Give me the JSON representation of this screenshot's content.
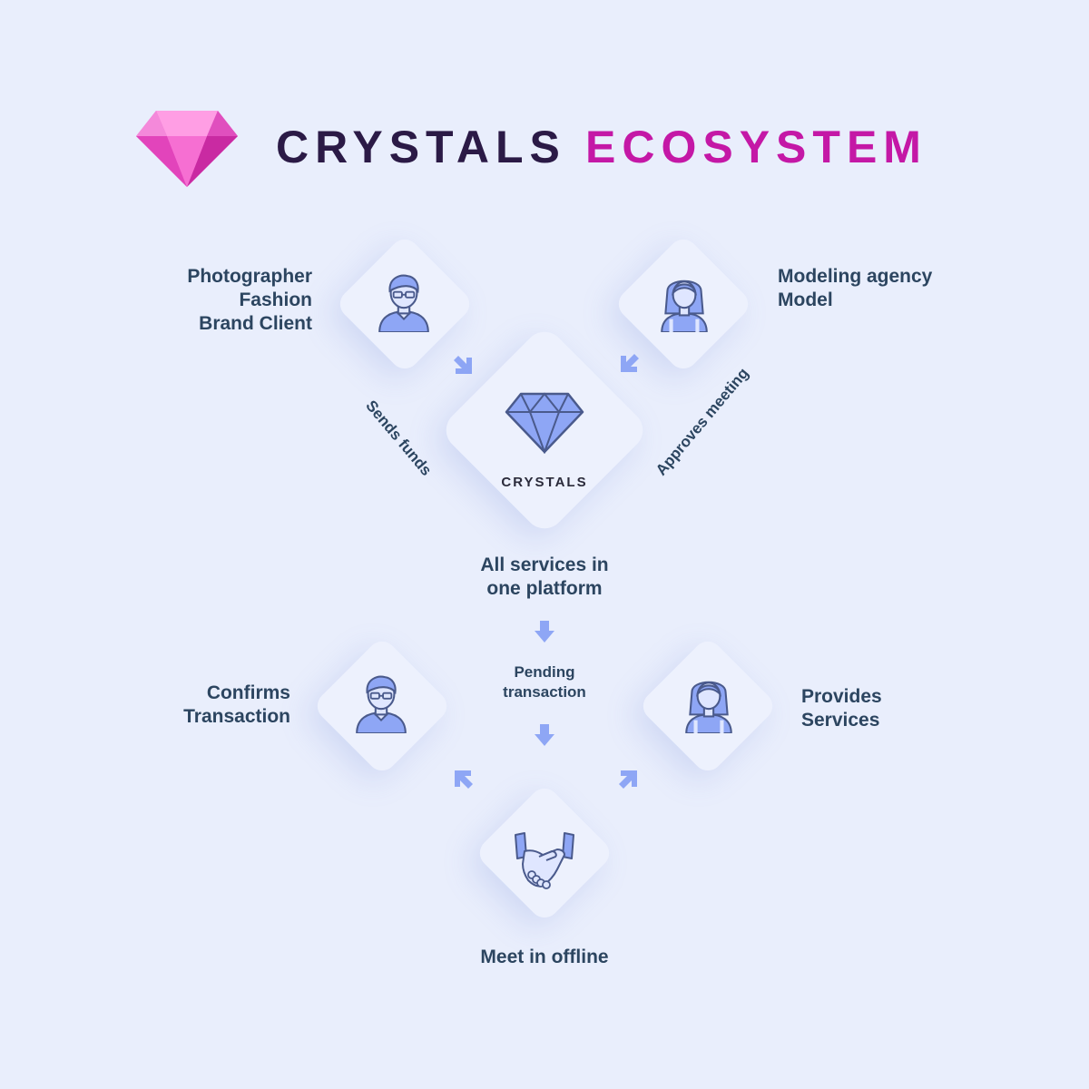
{
  "title": {
    "word1": "CRYSTALS",
    "word2": "ECOSYSTEM",
    "word1_color": "#2b1a46",
    "word2_color": "#c418a6"
  },
  "nodes": {
    "client": {
      "icon": "man-with-glasses-icon",
      "lines": [
        "Photographer",
        "Fashion",
        "Brand Client"
      ]
    },
    "agency": {
      "icon": "woman-icon",
      "lines": [
        "Modeling agency",
        "Model"
      ]
    },
    "hub": {
      "icon": "crystal-diamond-icon",
      "name": "CRYSTALS",
      "caption": [
        "All services in",
        "one platform"
      ]
    },
    "confirm": {
      "icon": "man-with-glasses-icon",
      "lines": [
        "Confirms",
        "Transaction"
      ]
    },
    "provide": {
      "icon": "woman-icon",
      "lines": [
        "Provides",
        "Services"
      ]
    },
    "meet": {
      "icon": "handshake-icon",
      "caption": "Meet in offline"
    }
  },
  "edges": {
    "sends_funds": "Sends funds",
    "approves_meeting": "Approves meeting",
    "pending": [
      "Pending",
      "transaction"
    ]
  },
  "colors": {
    "background": "#e9eefc",
    "tile": "#edf1fd",
    "icon_blue": "#8ea6f5",
    "icon_outline": "#4a5a8c",
    "text": "#2c4560",
    "gem_pink": "#f05fc8"
  }
}
